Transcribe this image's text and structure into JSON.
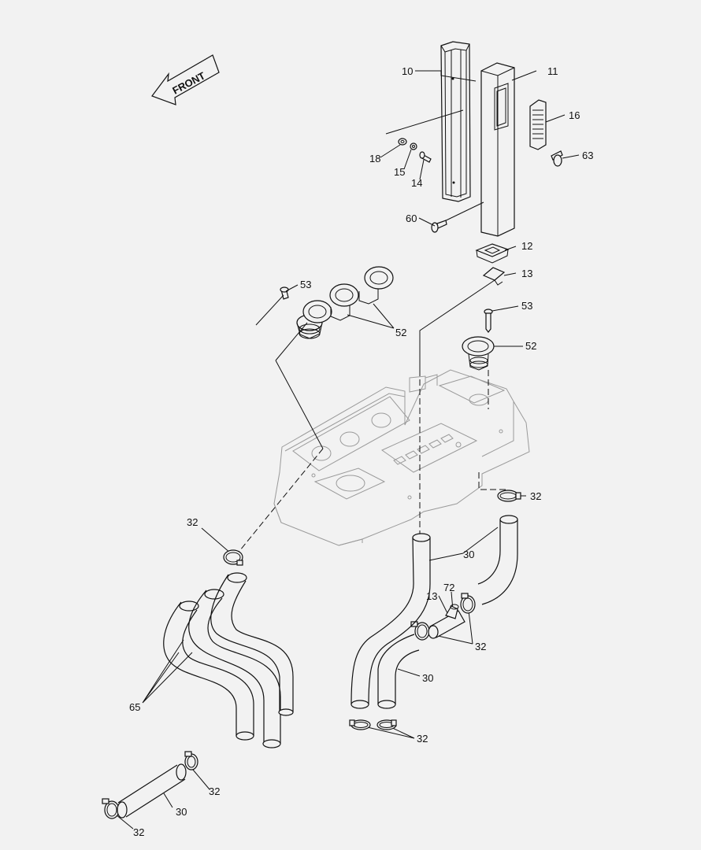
{
  "diagram": {
    "front_label": "FRONT",
    "callouts": {
      "c10": "10",
      "c11": "11",
      "c16": "16",
      "c63": "63",
      "c18": "18",
      "c15": "15",
      "c14": "14",
      "c60": "60",
      "c12": "12",
      "c13a": "13",
      "c53a": "53",
      "c53b": "53",
      "c52a": "52",
      "c52b": "52",
      "c32a": "32",
      "c32b": "32",
      "c30a": "30",
      "c72": "72",
      "c13b": "13",
      "c32c": "32",
      "c30b": "30",
      "c65": "65",
      "c32d": "32",
      "c32e": "32",
      "c30c": "30",
      "c32f": "32"
    }
  }
}
